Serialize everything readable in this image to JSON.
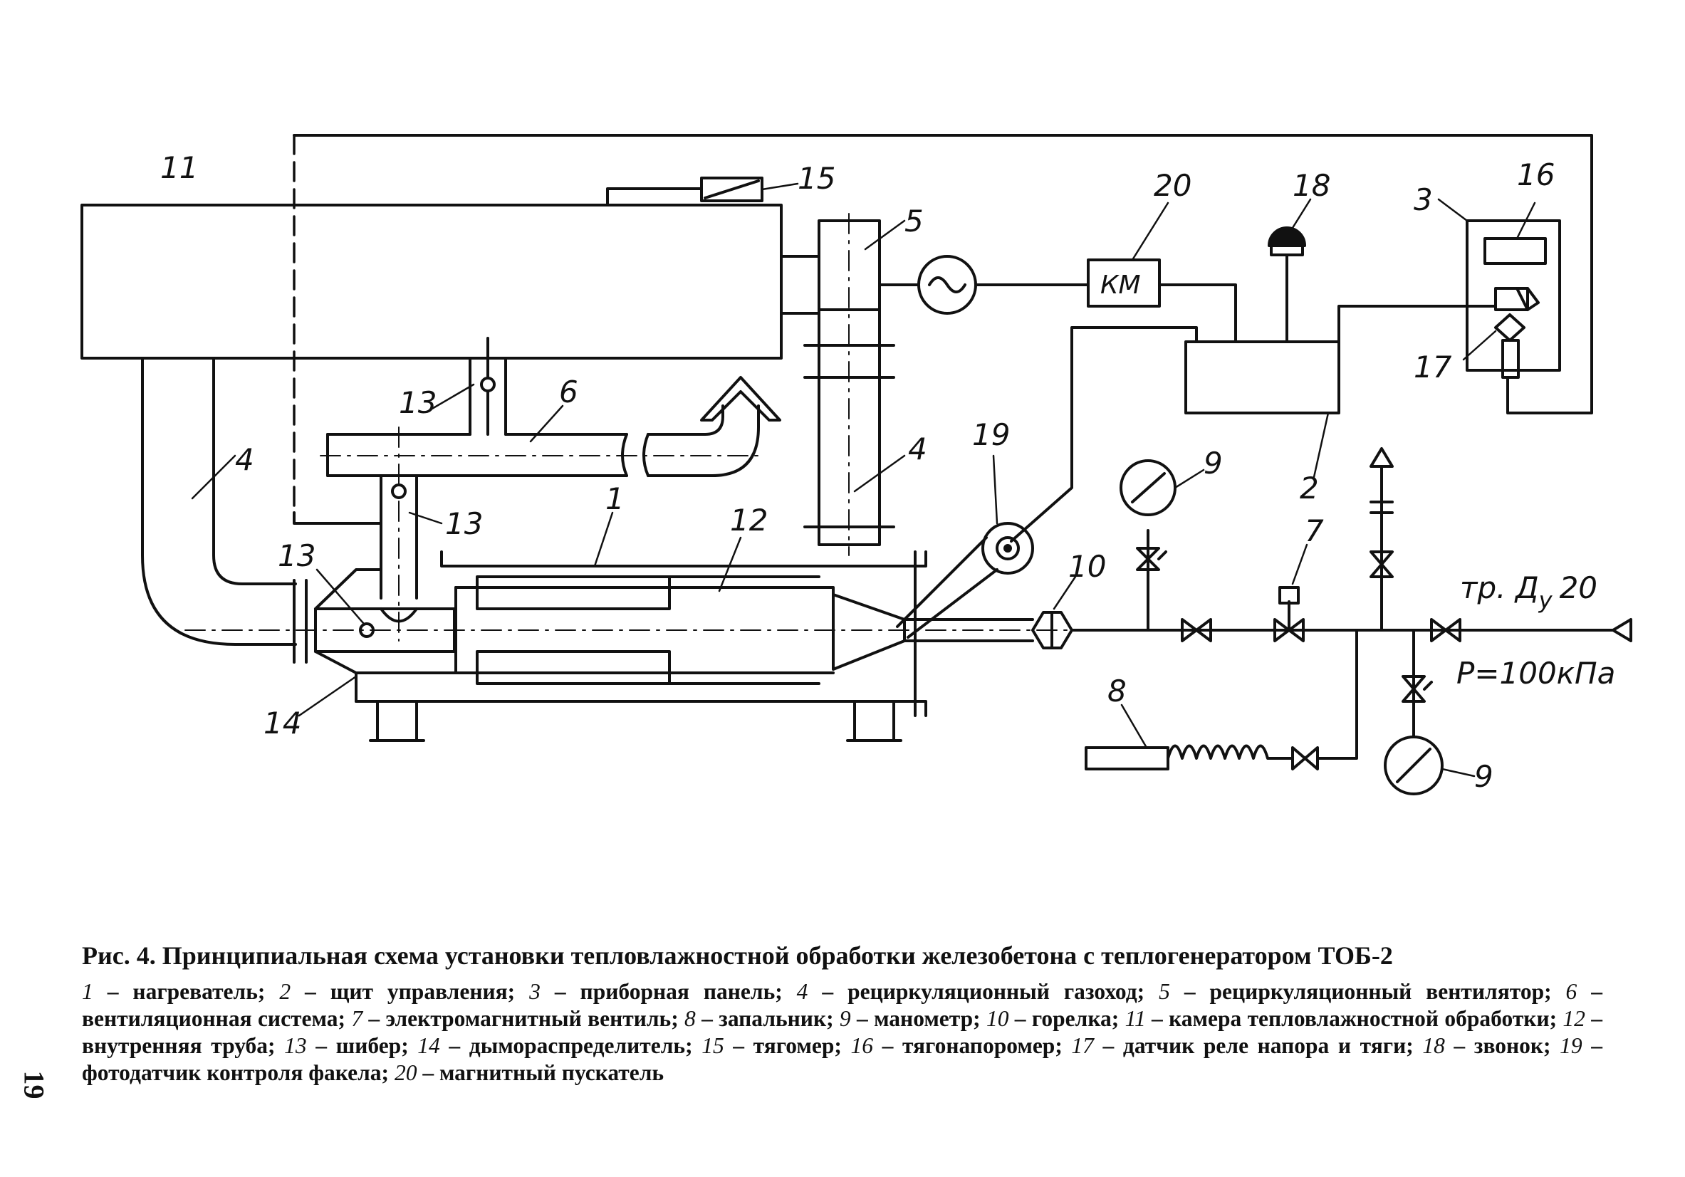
{
  "labels": {
    "l1": "1",
    "l2": "2",
    "l3": "3",
    "l4a": "4",
    "l4b": "4",
    "l5": "5",
    "l6": "6",
    "l7": "7",
    "l8": "8",
    "l9a": "9",
    "l9b": "9",
    "l10": "10",
    "l11": "11",
    "l12": "12",
    "l13a": "13",
    "l13b": "13",
    "l13c": "13",
    "l14": "14",
    "l15": "15",
    "l16": "16",
    "l17": "17",
    "l18": "18",
    "l19": "19",
    "l20": "20",
    "km": "КМ",
    "pipe": "тр. Д",
    "pipe_sub": "у",
    "pipe_num": "20",
    "pressure": "Р=100кПа"
  },
  "caption": {
    "title": "Рис. 4. Принципиальная схема установки тепловлажностной обработки железобетона с теплогенератором ТОБ-2",
    "legend": [
      {
        "num": "1",
        "text": " – нагреватель; "
      },
      {
        "num": "2",
        "text": " – щит управления; "
      },
      {
        "num": "3",
        "text": " – приборная панель; "
      },
      {
        "num": "4",
        "text": " – рециркуляционный газоход; "
      },
      {
        "num": "5",
        "text": " – рециркуляционный вентилятор; "
      },
      {
        "num": "6",
        "text": " – вентиляционная система; "
      },
      {
        "num": "7",
        "text": " – электромагнитный вентиль; "
      },
      {
        "num": "8",
        "text": " – запальник; "
      },
      {
        "num": "9",
        "text": " – манометр; "
      },
      {
        "num": "10",
        "text": " – горелка; "
      },
      {
        "num": "11",
        "text": " – камера тепловлажностной обработки; "
      },
      {
        "num": "12",
        "text": " – внутренняя труба; "
      },
      {
        "num": "13",
        "text": " – шибер; "
      },
      {
        "num": "14",
        "text": " – дымораспределитель; "
      },
      {
        "num": "15",
        "text": " – тягомер; "
      },
      {
        "num": "16",
        "text": " – тягонапоромер; "
      },
      {
        "num": "17",
        "text": " – датчик реле напора и тяги; "
      },
      {
        "num": "18",
        "text": " – звонок; "
      },
      {
        "num": "19",
        "text": " – фотодатчик контроля факела; "
      },
      {
        "num": "20",
        "text": " – магнитный пускатель"
      }
    ]
  },
  "page_number": "19"
}
